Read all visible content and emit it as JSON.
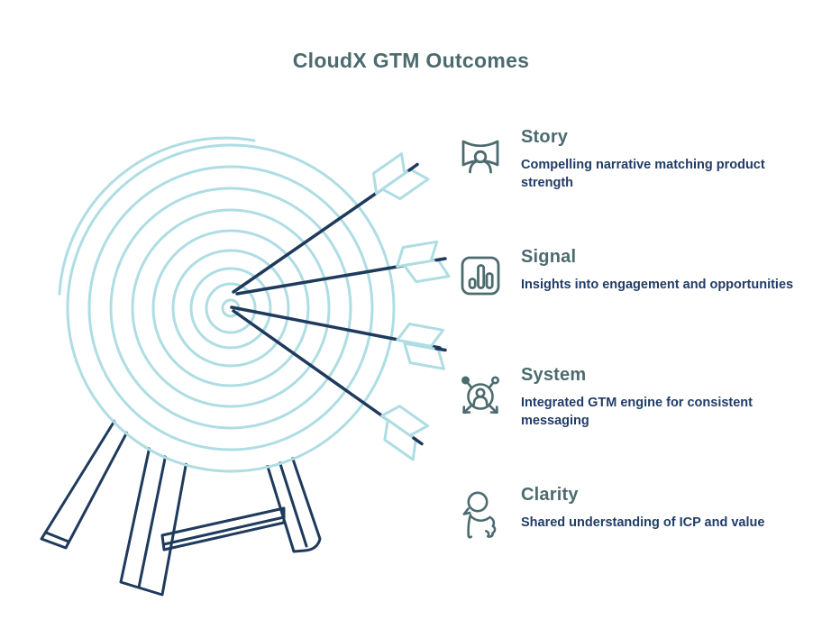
{
  "title": "CloudX GTM Outcomes",
  "colors": {
    "heading_teal": "#4C6B6F",
    "body_navy": "#203C68",
    "illustration_navy": "#1E3A5C",
    "illustration_light_blue": "#AEDDE3",
    "background": "#FFFFFF"
  },
  "illustration": {
    "name": "archery-target-on-easel-with-four-arrows"
  },
  "items": [
    {
      "icon": "presenter-screen-icon",
      "title": "Story",
      "description": "Compelling narrative matching product strength"
    },
    {
      "icon": "bar-chart-icon",
      "title": "Signal",
      "description": "Insights into engagement and opportunities"
    },
    {
      "icon": "network-person-icon",
      "title": "System",
      "description": "Integrated GTM engine for consistent messaging"
    },
    {
      "icon": "person-magnifier-icon",
      "title": "Clarity",
      "description": "Shared understanding of ICP and value"
    }
  ]
}
